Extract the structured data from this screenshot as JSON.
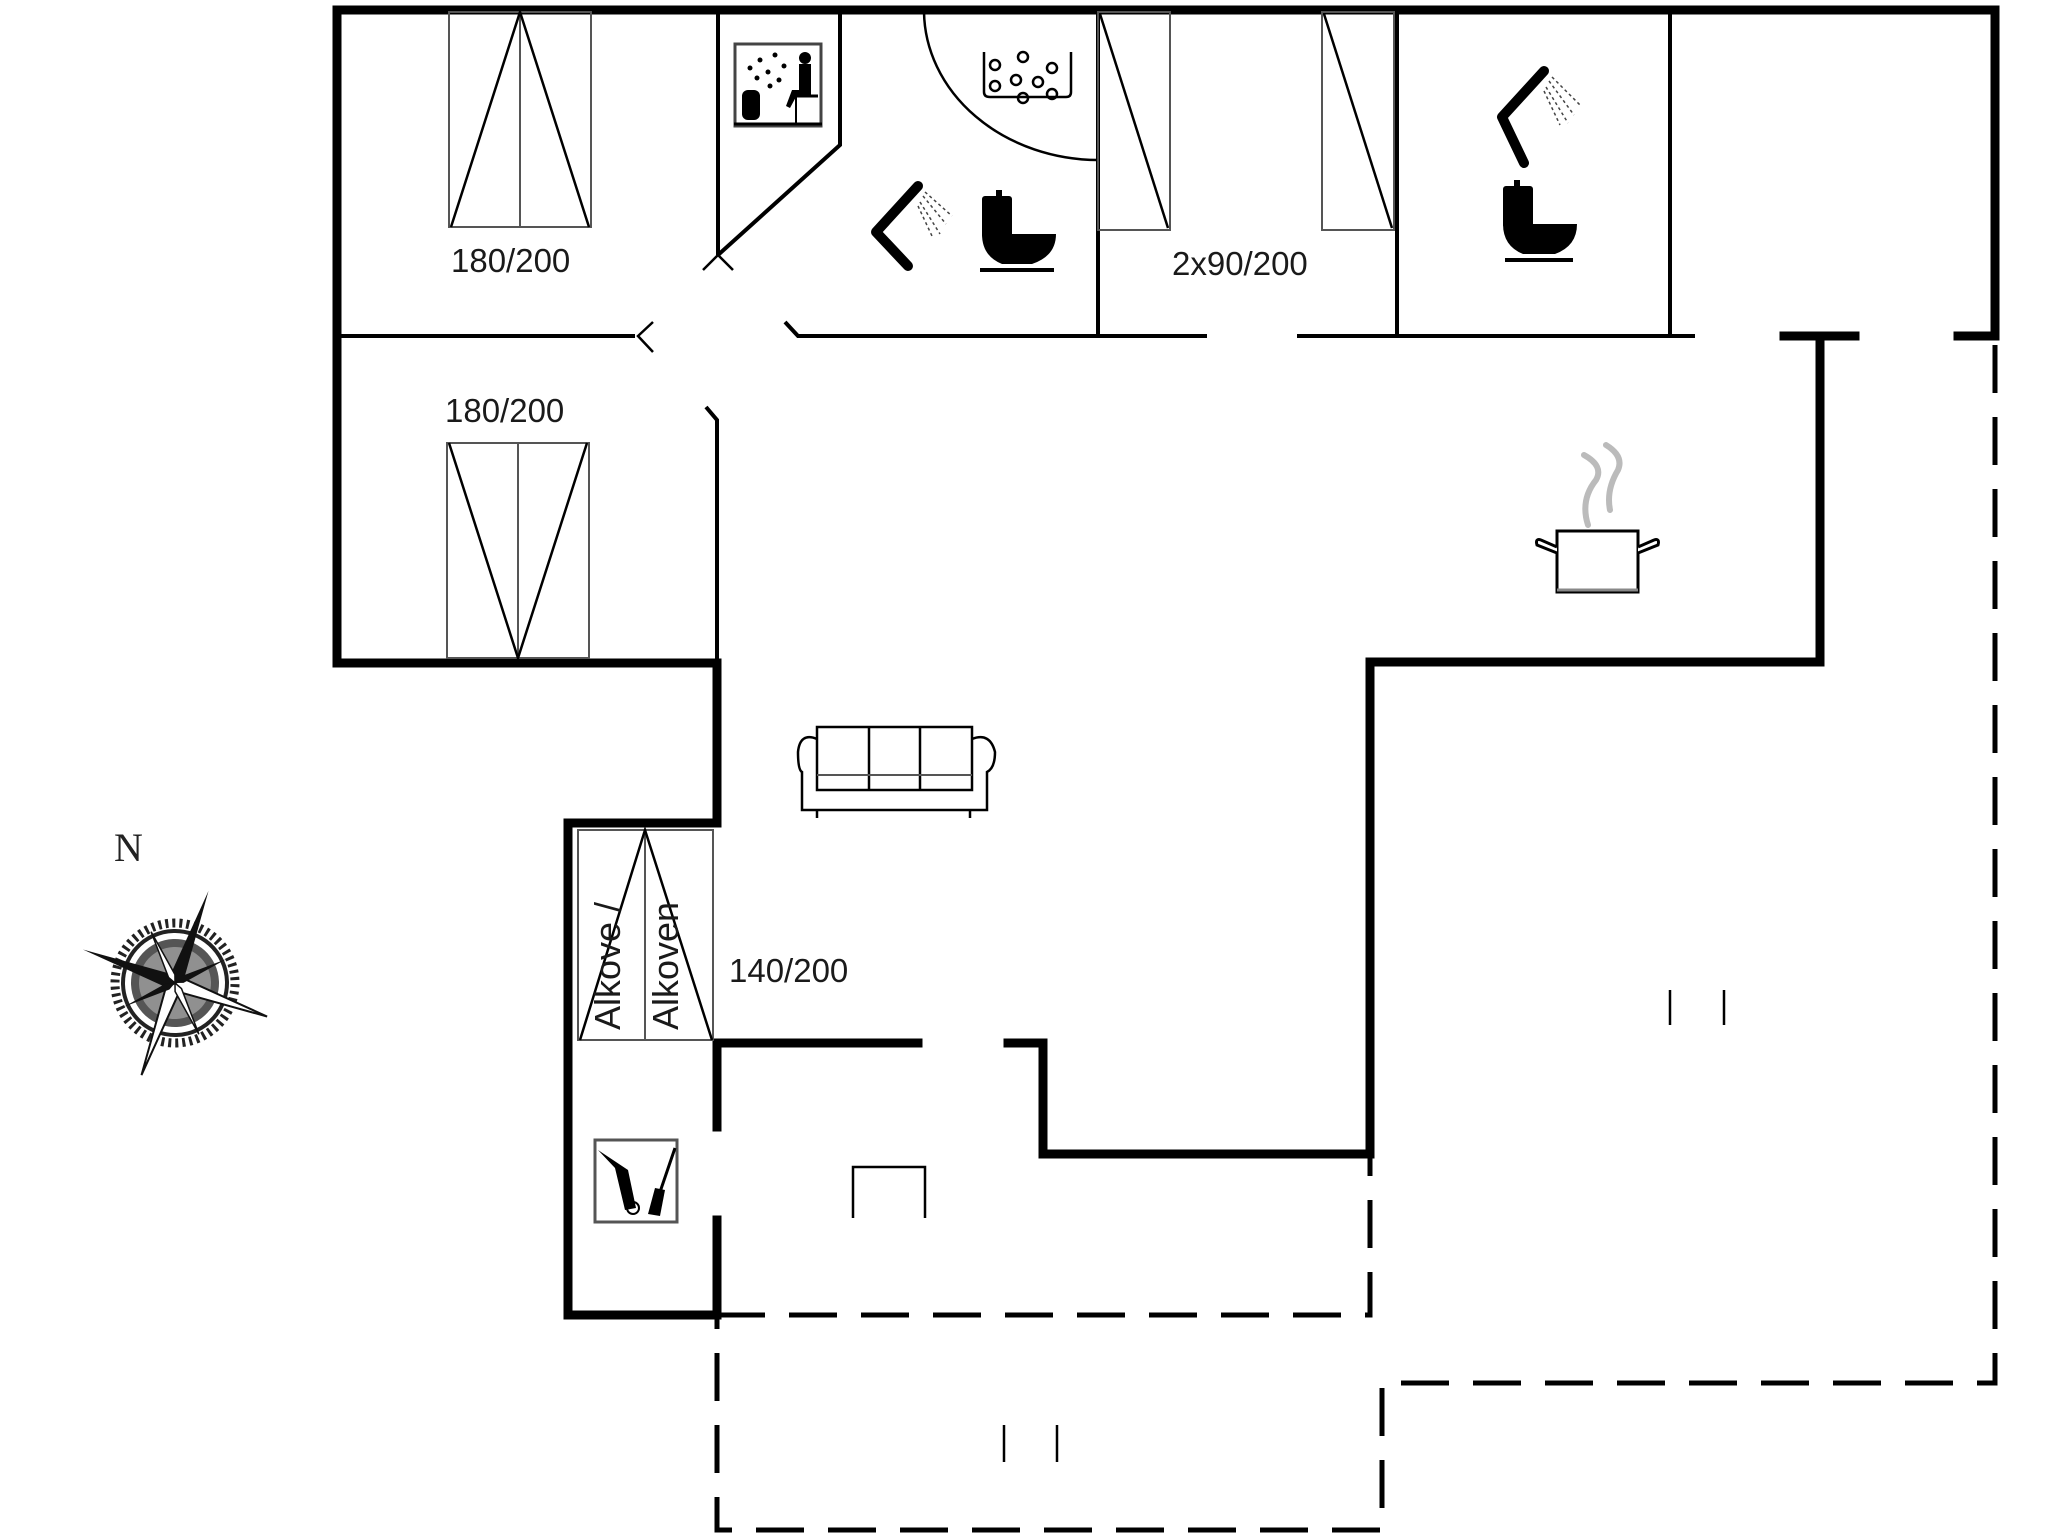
{
  "floorplan": {
    "compass": {
      "north_label": "N"
    },
    "bed_labels": {
      "bedroom_1": "180/200",
      "bedroom_2": "180/200",
      "bedroom_3": "2x90/200",
      "alcove": "140/200"
    },
    "alcove_text": {
      "line1": "Alkove /",
      "line2": "Alkoven"
    },
    "icons": [
      "sauna-icon",
      "whirlpool-bath-icon",
      "shower-icon",
      "toilet-icon",
      "cooking-pot-icon",
      "sofa-icon",
      "vacuum-cleaner-icon",
      "compass-rose-icon"
    ],
    "colors": {
      "wall": "#000000",
      "background": "#ffffff",
      "steam": "#bbbbbb"
    }
  }
}
